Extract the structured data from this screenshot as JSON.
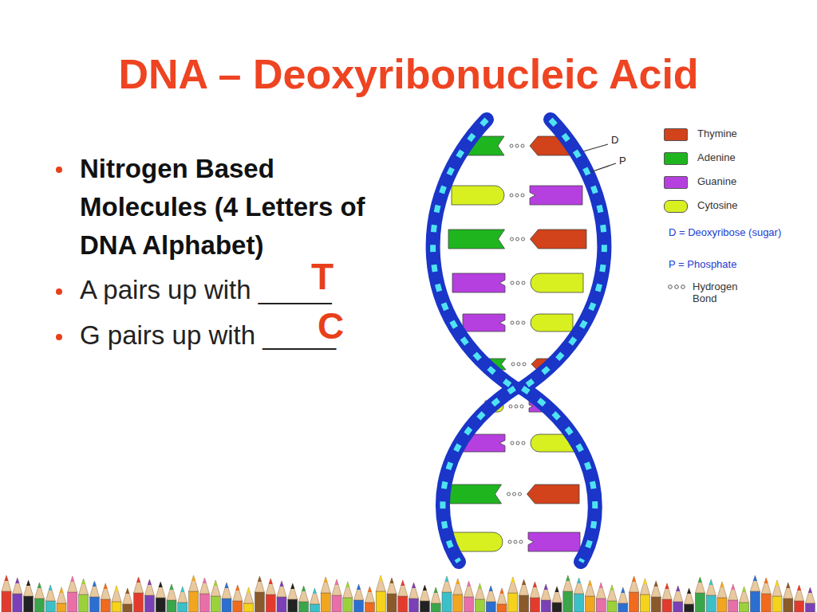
{
  "diagram": {
    "title": "DNA – Deoxyribonucleic Acid",
    "labels": [
      "Nitrogen Based Molecules (4 Letters of DNA Alphabet)",
      "A pairs up with _____",
      "T",
      "G pairs up with _____",
      "C",
      "D",
      "P",
      "D = Deoxyribose (sugar)",
      "P = Phosphate"
    ],
    "legend": [
      {
        "text": "Thymine",
        "color": "#d2421b"
      },
      {
        "text": "Adenine",
        "color": "#1fb51f"
      },
      {
        "text": "Guanine",
        "color": "#b63fe0"
      },
      {
        "text": "Cytosine",
        "color": "#d8f020"
      },
      {
        "text": "Hydrogen Bond"
      }
    ]
  }
}
